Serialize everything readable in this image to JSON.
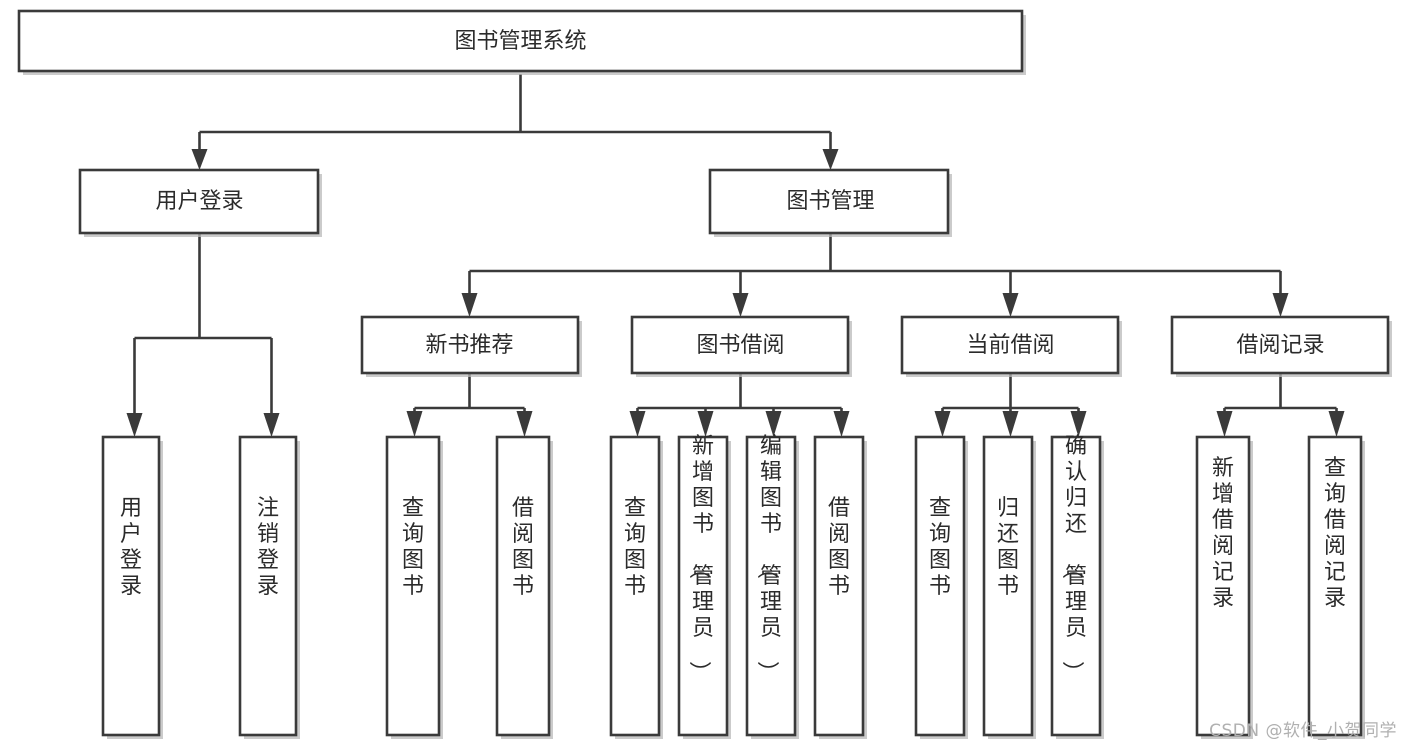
{
  "diagram": {
    "type": "tree-hierarchy-chart",
    "title": "图书管理系统",
    "orientation": "top-down",
    "colors": {
      "box_fill": "#ffffff",
      "box_stroke": "#3a3a3a",
      "connector": "#3a3a3a",
      "text": "#2b2b2b",
      "watermark": "#b0b0b0",
      "background": "#ffffff"
    },
    "root": {
      "id": "root",
      "label": "图书管理系统",
      "orientation": "horizontal"
    },
    "level1": [
      {
        "id": "user-login",
        "label": "用户登录",
        "orientation": "horizontal"
      },
      {
        "id": "book-management",
        "label": "图书管理",
        "orientation": "horizontal"
      }
    ],
    "level2": [
      {
        "id": "new-book-recommend",
        "label": "新书推荐",
        "parent": "book-management",
        "orientation": "horizontal"
      },
      {
        "id": "book-borrow",
        "label": "图书借阅",
        "parent": "book-management",
        "orientation": "horizontal"
      },
      {
        "id": "current-borrow",
        "label": "当前借阅",
        "parent": "book-management",
        "orientation": "horizontal"
      },
      {
        "id": "borrow-records",
        "label": "借阅记录",
        "parent": "book-management",
        "orientation": "horizontal"
      }
    ],
    "leaves": [
      {
        "id": "leaf-user-login",
        "label": "用户登录",
        "parent": "user-login",
        "orientation": "vertical"
      },
      {
        "id": "leaf-logout-login",
        "label": "注销登录",
        "parent": "user-login",
        "orientation": "vertical"
      },
      {
        "id": "leaf-query-book-recommend",
        "label": "查询图书",
        "parent": "new-book-recommend",
        "orientation": "vertical"
      },
      {
        "id": "leaf-borrow-book-recommend",
        "label": "借阅图书",
        "parent": "new-book-recommend",
        "orientation": "vertical"
      },
      {
        "id": "leaf-query-book-borrow",
        "label": "查询图书",
        "parent": "book-borrow",
        "orientation": "vertical"
      },
      {
        "id": "leaf-add-book-admin",
        "label": "新增图书（管理员）",
        "parent": "book-borrow",
        "orientation": "vertical"
      },
      {
        "id": "leaf-edit-book-admin",
        "label": "编辑图书（管理员）",
        "parent": "book-borrow",
        "orientation": "vertical"
      },
      {
        "id": "leaf-borrow-book",
        "label": "借阅图书",
        "parent": "book-borrow",
        "orientation": "vertical"
      },
      {
        "id": "leaf-query-book-current",
        "label": "查询图书",
        "parent": "current-borrow",
        "orientation": "vertical"
      },
      {
        "id": "leaf-return-book",
        "label": "归还图书",
        "parent": "current-borrow",
        "orientation": "vertical"
      },
      {
        "id": "leaf-confirm-return-admin",
        "label": "确认归还（管理员）",
        "parent": "current-borrow",
        "orientation": "vertical"
      },
      {
        "id": "leaf-add-borrow-record",
        "label": "新增借阅记录",
        "parent": "borrow-records",
        "orientation": "vertical"
      },
      {
        "id": "leaf-query-borrow-record",
        "label": "查询借阅记录",
        "parent": "borrow-records",
        "orientation": "vertical"
      }
    ]
  },
  "watermark": {
    "label": "CSDN @软件_小贺同学"
  }
}
